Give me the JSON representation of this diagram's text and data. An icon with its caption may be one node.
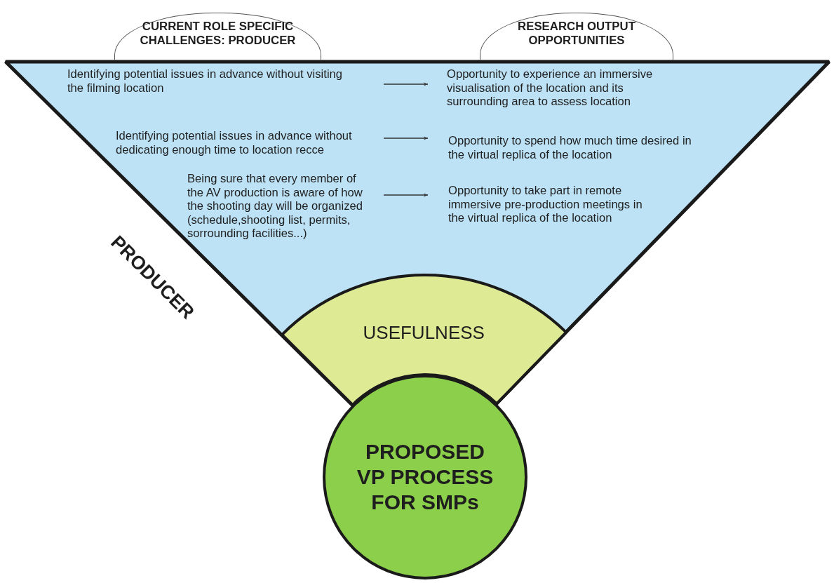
{
  "diagram": {
    "nodes": [
      {
        "text": [
          "CURRENT ROLE SPECIFIC CHALLENGES: PRODUCER"
        ]
      },
      {
        "text": [
          "RESEARCH OUTPUT OPPORTUNITIES"
        ]
      },
      {
        "text": [],
        "shape": "triangle",
        "beside": [
          "PRODUCER"
        ]
      },
      {
        "text": [
          "Identifying potential issues in advance without visiting the filming location"
        ],
        "in": 2
      },
      {
        "text": [
          "Opportunity to experience an immersive visualisation of the location and its surrounding area to assess location"
        ],
        "in": 2
      },
      {
        "text": [
          "Identifying potential issues in advance without dedicating enough time to location recce"
        ],
        "in": 2
      },
      {
        "text": [
          "Opportunity to spend how much time desired in the virtual replica of the location"
        ],
        "in": 2
      },
      {
        "text": [
          "Being sure that every member of the AV production is aware of how the shooting day will be organized (schedule,shooting list, permits, sorrounding facilities...)"
        ],
        "in": 2
      },
      {
        "text": [
          "Opportunity to take part in remote immersive pre-production meetings in the virtual replica of the location"
        ],
        "in": 2
      },
      {
        "text": [
          "USEFULNESS"
        ],
        "in": 2
      },
      {
        "text": [
          "PROPOSED VP PROCESS FOR SMPs"
        ]
      }
    ],
    "edges": [
      {
        "from": 3,
        "to": 4,
        "arrow": "to"
      },
      {
        "from": 5,
        "to": 6,
        "arrow": "to"
      },
      {
        "from": 7,
        "to": 8,
        "arrow": "to"
      }
    ]
  }
}
